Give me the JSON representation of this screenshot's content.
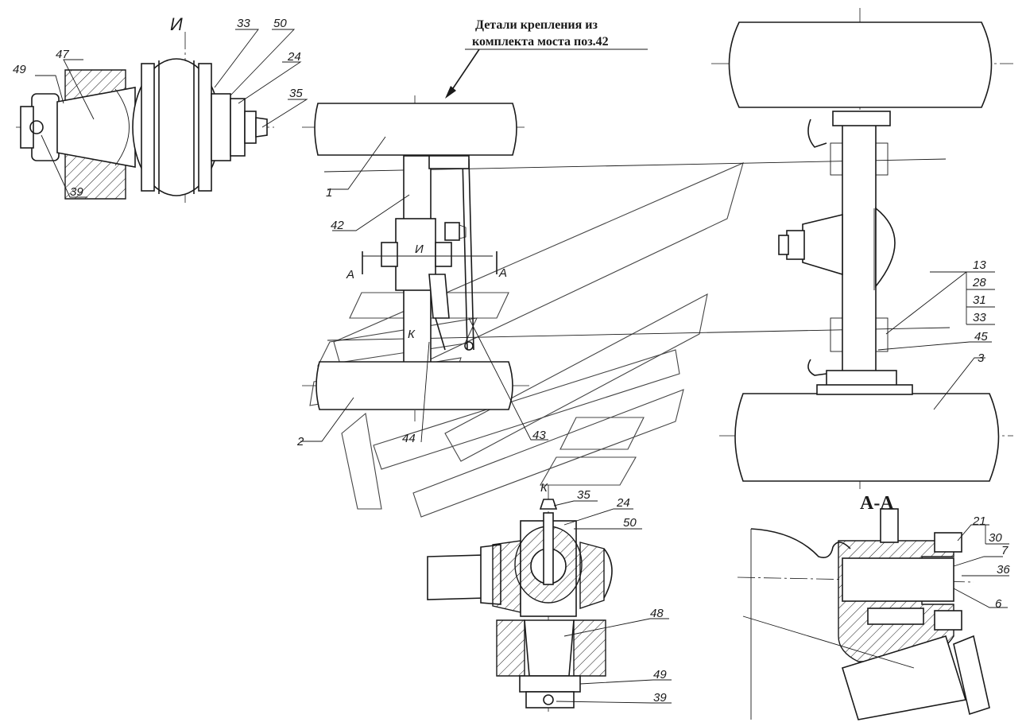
{
  "note": {
    "line1": "Детали крепления из",
    "line2": "комплекта моста поз.42"
  },
  "views": {
    "view_i": "И",
    "section_aa": "А-А",
    "cut_a_left": "А",
    "cut_a_right": "А",
    "center_i": "И",
    "view_k_mark": "К",
    "view_k_title": "К"
  },
  "callouts": {
    "c1": "1",
    "c2": "2",
    "c3": "3",
    "c6": "6",
    "c7": "7",
    "c13": "13",
    "c21": "21",
    "c24_top": "24",
    "c24_k": "24",
    "c28": "28",
    "c30": "30",
    "c31": "31",
    "c33_top": "33",
    "c33_right": "33",
    "c35_top": "35",
    "c35_k": "35",
    "c36": "36",
    "c39_top": "39",
    "c39_k": "39",
    "c42": "42",
    "c43": "43",
    "c44": "44",
    "c45": "45",
    "c47": "47",
    "c48": "48",
    "c49_top": "49",
    "c49_k": "49",
    "c50_top": "50",
    "c50_k": "50"
  }
}
